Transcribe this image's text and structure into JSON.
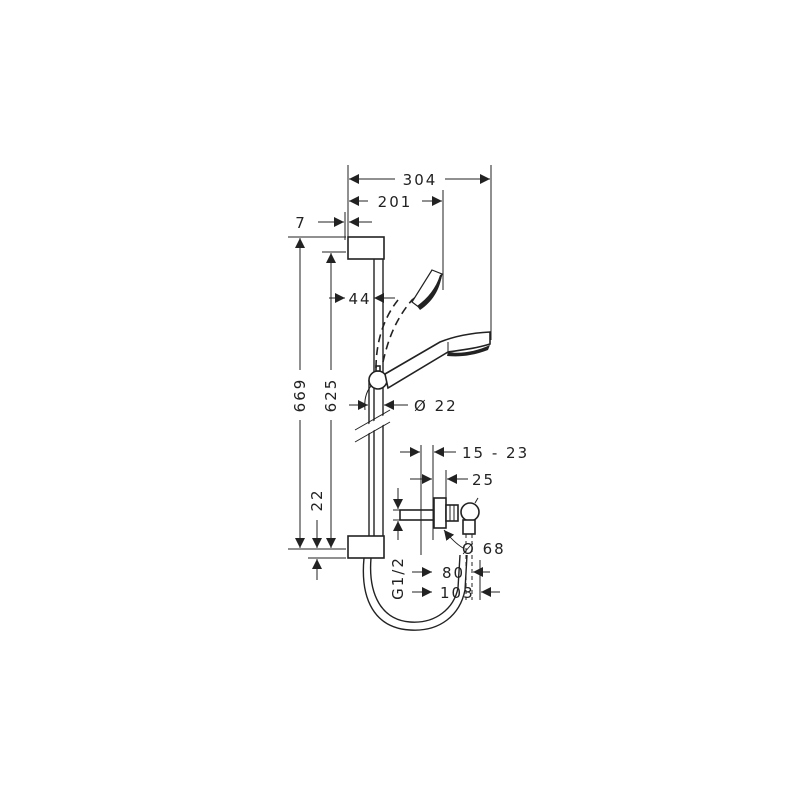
{
  "diagram": {
    "type": "technical-dimension-drawing",
    "subject": "shower rail set with hand shower and wall outlet",
    "line_color": "#222222",
    "background": "#ffffff"
  },
  "dimensions": {
    "overall_width": "304",
    "handshower_reach": "201",
    "bracket_offset": "7",
    "rail_spacing": "44",
    "total_height": "669",
    "rail_height": "625",
    "rail_diameter": "Ø 22",
    "bottom_offset": "22",
    "wall_depth_range": "15 - 23",
    "outlet_depth": "25",
    "thread": "G1/2",
    "flange_diameter": "Ø 68",
    "outlet_projection": "80",
    "outlet_total": "103"
  }
}
